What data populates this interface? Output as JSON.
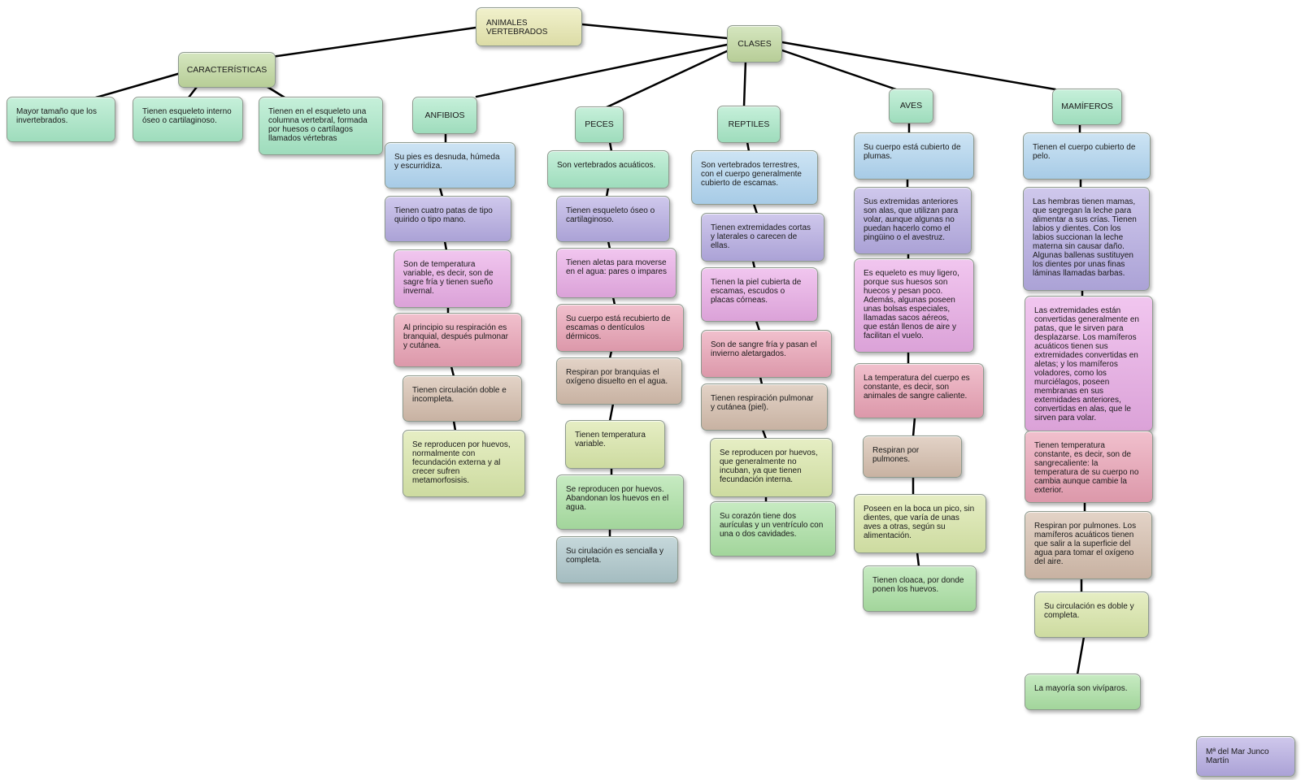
{
  "root": "ANIMALES VERTEBRADOS",
  "caracteristicas": {
    "title": "CARACTERÍSTICAS",
    "items": [
      "Mayor tamaño que los invertebrados.",
      "Tienen esqueleto interno óseo o cartilaginoso.",
      "Tienen en el esqueleto una columna vertebral, formada por huesos o cartílagos llamados vértebras"
    ]
  },
  "clases": {
    "title": "CLASES",
    "anfibios": {
      "title": "ANFIBIOS",
      "items": [
        "Su pies es desnuda, húmeda y escurridiza.",
        "Tienen cuatro patas de tipo quirido o tipo mano.",
        "Son de temperatura variable, es decir, son de sagre fría y tienen sueño invernal.",
        "Al principio su respiración es branquial, después pulmonar y cutánea.",
        "Tienen circulación doble e incompleta.",
        "Se reproducen por huevos, normalmente con fecundación externa y al crecer sufren metamorfosisis."
      ]
    },
    "peces": {
      "title": "PECES",
      "items": [
        "Son vertebrados acuáticos.",
        "Tienen esqueleto óseo o cartilaginoso.",
        "Tienen aletas para moverse en el agua: pares o impares",
        "Su cuerpo está recubierto de escamas o dentículos dérmicos.",
        "Respiran por branquias el oxígeno disuelto en el agua.",
        "Tienen temperatura variable.",
        "Se reproducen por huevos. Abandonan los huevos en el agua.",
        "Su cirulación es sencialla y completa."
      ]
    },
    "reptiles": {
      "title": "REPTILES",
      "items": [
        "Son vertebrados terrestres, con el cuerpo generalmente cubierto de escamas.",
        "Tienen extremidades cortas y laterales o carecen de ellas.",
        "Tienen la piel cubierta de escamas, escudos o placas córneas.",
        "Son de sangre fría y pasan el invierno aletargados.",
        "Tienen respiración pulmonar y cutánea (piel).",
        "Se reproducen por huevos, que generalmente no incuban, ya que tienen fecundación interna.",
        "Su corazón tiene dos aurículas y un ventrículo con una o dos cavidades."
      ]
    },
    "aves": {
      "title": "AVES",
      "items": [
        "Su cuerpo está cubierto de plumas.",
        "Sus extremidas anteriores son alas, que utilizan para volar, aunque algunas no puedan hacerlo como el pingüino o el avestruz.",
        "Es equeleto es muy ligero, porque sus huesos son huecos y pesan poco. Además, algunas poseen unas bolsas especiales, llamadas sacos aéreos, que están llenos de aire y facilitan el vuelo.",
        "La temperatura del cuerpo es constante, es decir, son animales de sangre caliente.",
        "Respiran por pulmones.",
        "Poseen en la boca un pico, sin dientes, que varía de unas aves a otras, según su alimentación.",
        "Tienen cloaca, por donde ponen los huevos."
      ]
    },
    "mamiferos": {
      "title": "MAMÍFEROS",
      "items": [
        "Tienen el cuerpo cubierto de pelo.",
        "Las hembras tienen mamas, que segregan la leche para alimentar a sus crías. Tienen labios y dientes. Con los labios succionan la leche materna sin causar daño. Algunas ballenas sustituyen los dientes por unas finas láminas llamadas barbas.",
        "Las extremidades están convertidas generalmente en patas, que le sirven para desplazarse. Los mamíferos acuáticos tienen sus extremidades convertidas en aletas; y los mamíferos voladores, como los murciélagos, poseen membranas en sus extemidades anteriores, convertidas en alas, que le sirven para volar.",
        "Tienen temperatura constante, es decir, son de sangrecaliente: la temperatura de su cuerpo no cambia aunque cambie la exterior.",
        "Respiran por pulmones. Los mamíferos acuáticos tienen que salir a la superficie del agua para tomar el oxígeno del aire.",
        "Su circulación es doble y completa.",
        "La mayoría son vivíparos."
      ]
    }
  },
  "author": "Mª del Mar Junco Martín"
}
